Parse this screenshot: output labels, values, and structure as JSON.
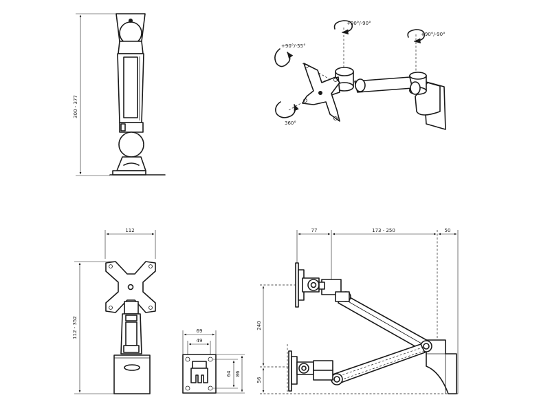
{
  "rotations": {
    "tilt": "+90°/-55°",
    "swivel_near": "+90°/-90°",
    "swivel_far": "+90°/-90°",
    "rotate": "360°"
  },
  "dimensions": {
    "side_height": "300 - 377",
    "front_width": "112",
    "front_height": "112 - 352",
    "base_outer_width": "69",
    "base_inner_width": "49",
    "base_inner_height": "64",
    "base_outer_height": "86",
    "reach_head": "77",
    "reach_arm": "173 - 250",
    "reach_wall": "50",
    "top_height": "240",
    "bottom_height": "56"
  }
}
